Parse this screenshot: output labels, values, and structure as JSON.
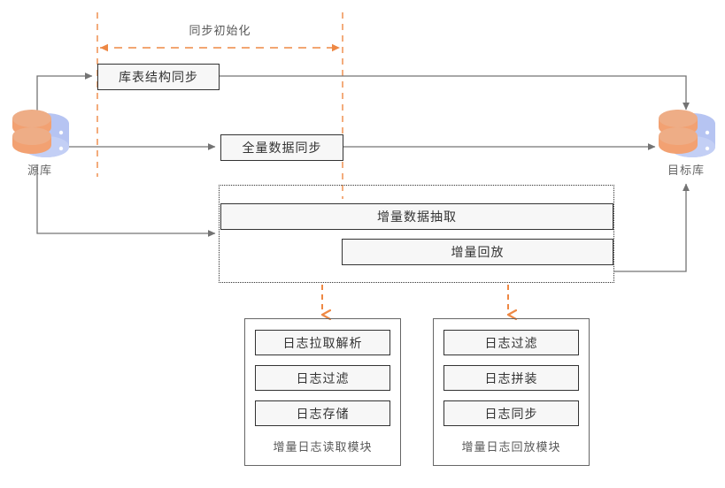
{
  "diagram": {
    "title_band": {
      "label": "同步初始化"
    },
    "endpoints": {
      "source": {
        "label": "源库",
        "icon": "database-icon"
      },
      "target": {
        "label": "目标库",
        "icon": "database-icon"
      }
    },
    "stages": [
      {
        "id": "schema-sync",
        "label": "库表结构同步"
      },
      {
        "id": "full-data-sync",
        "label": "全量数据同步"
      },
      {
        "id": "incremental-extract",
        "label": "增量数据抽取"
      },
      {
        "id": "incremental-replay",
        "label": "增量回放"
      }
    ],
    "modules": [
      {
        "id": "log-read-module",
        "title": "增量日志读取模块",
        "items": [
          {
            "label": "日志拉取解析"
          },
          {
            "label": "日志过滤"
          },
          {
            "label": "日志存储"
          }
        ]
      },
      {
        "id": "log-replay-module",
        "title": "增量日志回放模块",
        "items": [
          {
            "label": "日志过滤"
          },
          {
            "label": "日志拼装"
          },
          {
            "label": "日志同步"
          }
        ]
      }
    ],
    "colors": {
      "accent_orange": "#ee8844",
      "box_fill": "#f7f7f7",
      "box_border": "#333333",
      "connector_gray": "#737373",
      "text_dark": "#333333",
      "text_muted": "#666666",
      "db_orange": "#f2a172",
      "db_blue": "#b6c4f2"
    }
  }
}
